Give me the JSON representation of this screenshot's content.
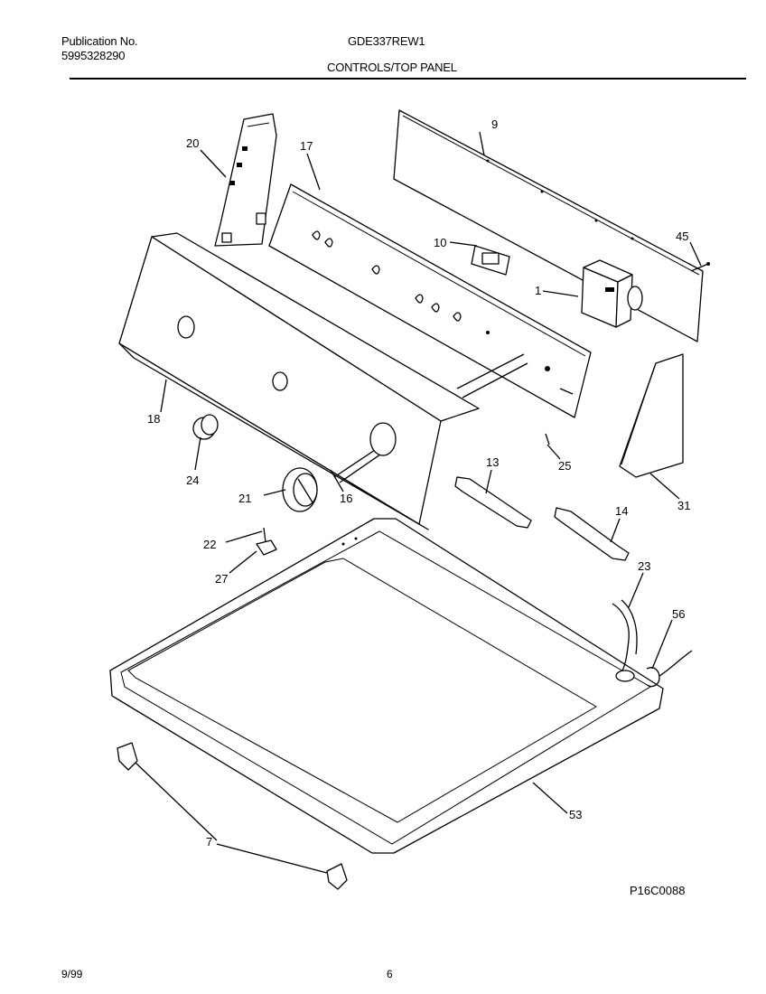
{
  "header": {
    "publication_label": "Publication No.",
    "publication_number": "5995328290",
    "model": "GDE337REW1",
    "section_title": "CONTROLS/TOP PANEL"
  },
  "diagram": {
    "drawing_id": "P16C0088",
    "callouts": {
      "c1": "1",
      "c7": "7",
      "c9": "9",
      "c10": "10",
      "c13": "13",
      "c14": "14",
      "c16": "16",
      "c17": "17",
      "c18": "18",
      "c20": "20",
      "c21": "21",
      "c22": "22",
      "c23": "23",
      "c24": "24",
      "c25": "25",
      "c27": "27",
      "c31": "31",
      "c45": "45",
      "c53": "53",
      "c56": "56"
    }
  },
  "footer": {
    "date": "9/99",
    "page": "6"
  }
}
